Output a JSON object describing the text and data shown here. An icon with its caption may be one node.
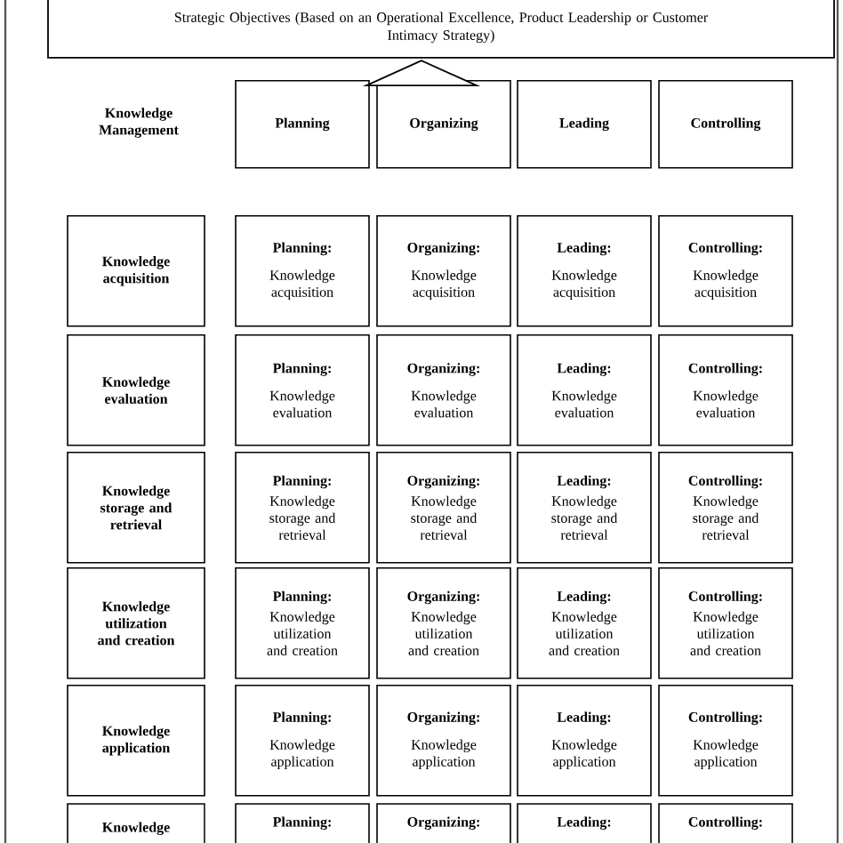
{
  "diagram": {
    "nodes": [
      {
        "text": [
          "Strategic Objectives (Based on an Operational Excellence, Product Leadership or Customer Intimacy Strategy)"
        ]
      },
      {
        "text": [
          "Planning"
        ]
      },
      {
        "text": [
          "Organizing"
        ]
      },
      {
        "text": [
          "Leading"
        ]
      },
      {
        "text": [
          "Controlling"
        ]
      },
      {
        "text": [
          "Knowledge acquisition"
        ]
      },
      {
        "text": [
          "Planning:",
          "Knowledge acquisition"
        ]
      },
      {
        "text": [
          "Organizing:",
          "Knowledge acquisition"
        ]
      },
      {
        "text": [
          "Leading:",
          "Knowledge acquisition"
        ]
      },
      {
        "text": [
          "Controlling:",
          "Knowledge acquisition"
        ]
      },
      {
        "text": [
          "Knowledge evaluation"
        ]
      },
      {
        "text": [
          "Planning:",
          "Knowledge evaluation"
        ]
      },
      {
        "text": [
          "Organizing:",
          "Knowledge evaluation"
        ]
      },
      {
        "text": [
          "Leading:",
          "Knowledge evaluation"
        ]
      },
      {
        "text": [
          "Controlling:",
          "Knowledge evaluation"
        ]
      },
      {
        "text": [
          "Knowledge storage and retrieval"
        ]
      },
      {
        "text": [
          "Planning:",
          "Knowledge storage and retrieval"
        ]
      },
      {
        "text": [
          "Organizing:",
          "Knowledge storage and retrieval"
        ]
      },
      {
        "text": [
          "Leading:",
          "Knowledge storage and retrieval"
        ]
      },
      {
        "text": [
          "Controlling:",
          "Knowledge storage and retrieval"
        ]
      },
      {
        "text": [
          "Knowledge utilization and creation"
        ]
      },
      {
        "text": [
          "Planning:",
          "Knowledge utilization and creation"
        ]
      },
      {
        "text": [
          "Organizing:",
          "Knowledge utilization and creation"
        ]
      },
      {
        "text": [
          "Leading:",
          "Knowledge utilization and creation"
        ]
      },
      {
        "text": [
          "Controlling:",
          "Knowledge utilization and creation"
        ]
      },
      {
        "text": [
          "Knowledge application"
        ]
      },
      {
        "text": [
          "Planning:",
          "Knowledge application"
        ]
      },
      {
        "text": [
          "Organizing:",
          "Knowledge application"
        ]
      },
      {
        "text": [
          "Leading:",
          "Knowledge application"
        ]
      },
      {
        "text": [
          "Controlling:",
          "Knowledge application"
        ]
      },
      {
        "text": [
          "Knowledge"
        ]
      },
      {
        "text": [
          "Planning:"
        ]
      },
      {
        "text": [
          "Organizing:"
        ]
      },
      {
        "text": [
          "Leading:"
        ]
      },
      {
        "text": [
          "Controlling:"
        ]
      }
    ],
    "edges": [
      {
        "from": 2,
        "to": 0,
        "arrow": "to",
        "style": "thick"
      }
    ],
    "labels": [
      "Knowledge Management"
    ]
  }
}
